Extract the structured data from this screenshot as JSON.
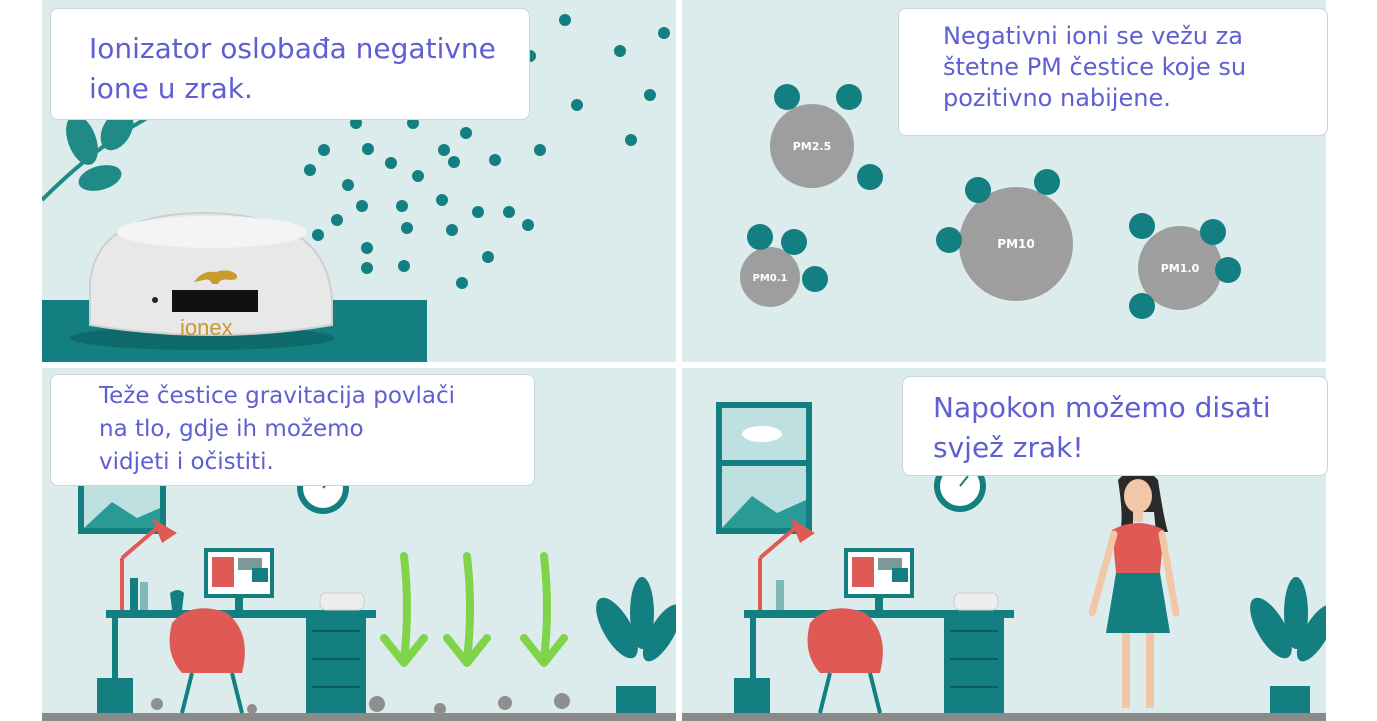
{
  "captions": {
    "panel1": "Ionizator oslobađa negativne\nione u zrak.",
    "panel2": "Negativni ioni se vežu za\nštetne PM čestice koje su\npozitivno nabijene.",
    "panel3": "Teže čestice gravitacija povlači\nna tlo, gdje ih možemo\nvidjeti i očistiti.",
    "panel4": "Napokon možemo disati\nsvjež zrak!"
  },
  "device": {
    "brand": "ionex"
  },
  "particles": {
    "pm25": "PM2.5",
    "pm10": "PM10",
    "pm01": "PM0.1",
    "pm10b": "PM1.0"
  },
  "colors": {
    "caption_text": "#5d5fd2",
    "panel_bg": "#dcecec",
    "teal": "#137f80",
    "gray_particle": "#9e9e9e",
    "arrow_green": "#7fd44a",
    "chair_red": "#e05a55"
  }
}
